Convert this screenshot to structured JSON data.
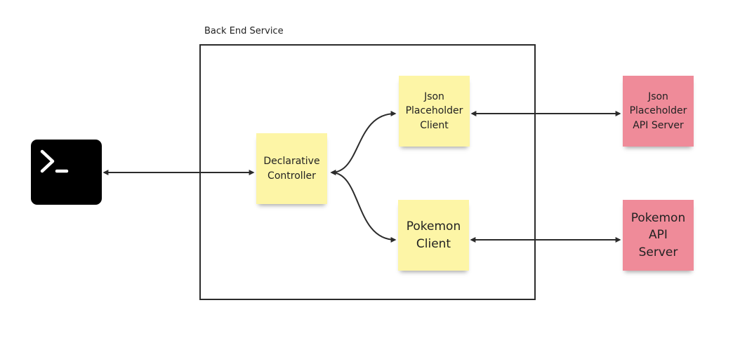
{
  "group": {
    "label": "Back End Service"
  },
  "terminal": {
    "icon": "terminal-prompt-icon",
    "color": "#000000"
  },
  "nodes": {
    "controller": "Declarative\nController",
    "json_client": "Json\nPlaceholder\nClient",
    "pokemon_client": "Pokemon\nClient",
    "json_server": "Json\nPlaceholder\nAPI Server",
    "pokemon_server": "Pokemon\nAPI\nServer"
  },
  "colors": {
    "sticky_yellow": "#fdf5a6",
    "sticky_pink": "#ef8b99",
    "line": "#2b2b2b"
  },
  "edges": [
    {
      "from": "terminal",
      "to": "controller",
      "direction": "both"
    },
    {
      "from": "controller",
      "to": "json_client",
      "direction": "both"
    },
    {
      "from": "controller",
      "to": "pokemon_client",
      "direction": "both"
    },
    {
      "from": "json_client",
      "to": "json_server",
      "direction": "both"
    },
    {
      "from": "pokemon_client",
      "to": "pokemon_server",
      "direction": "both"
    }
  ]
}
